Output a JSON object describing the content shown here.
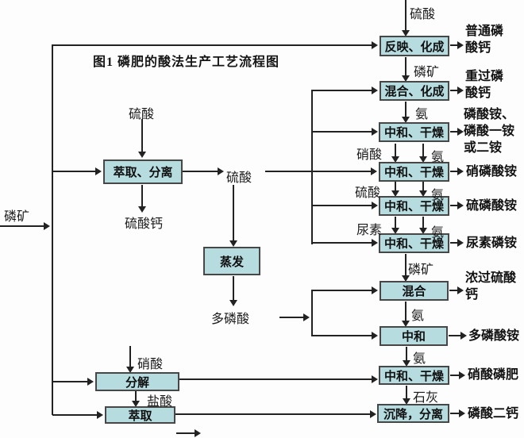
{
  "title": "图1  磷肥的酸法生产工艺流程图",
  "colors": {
    "box_fill": "#b6dce0",
    "box_border": "#474747",
    "line": "#222222",
    "text": "#151515"
  },
  "boxes": {
    "react": "反映、化成",
    "mix_form": "混合、化成",
    "nd1": "中和、干燥",
    "nd2": "中和、干燥",
    "nd3": "中和、干燥",
    "nd4": "中和、干燥",
    "mix": "混合",
    "neutralize": "中和",
    "nd5": "中和、干燥",
    "settle": "沉降，分离",
    "extract_separate": "萃取、分离",
    "evaporate": "蒸发",
    "decompose": "分解",
    "extract": "萃取"
  },
  "stream_labels": {
    "sulfuric_top": "硫酸",
    "phos_rock_mid": "磷矿",
    "ammonia_1": "氨",
    "nitric_1": "硝酸",
    "ammonia_2": "氨",
    "sulfuric_2": "硫酸",
    "ammonia_3": "氨",
    "urea": "尿素",
    "ammonia_4": "氨",
    "phos_rock_2": "磷矿",
    "ammonia_5": "氨",
    "ammonia_6": "氨",
    "lime": "石灰",
    "sulfuric_left": "硫酸",
    "phos_rock_left": "磷矿",
    "calcium_sulfate": "硫酸钙",
    "sulfuric_out": "硫酸",
    "polyphosphoric": "多磷酸",
    "nitric_2": "硝酸",
    "hydrochloric": "盐酸"
  },
  "products": {
    "p1": [
      "普通磷",
      "酸钙"
    ],
    "p2": [
      "重过磷",
      "酸钙"
    ],
    "p3": [
      "磷酸铵、",
      "磷酸一铵",
      "或二铵"
    ],
    "p4": [
      "硝磷酸铵"
    ],
    "p5": [
      "硫磷酸铵"
    ],
    "p6": [
      "尿素磷铵"
    ],
    "p7": [
      "浓过硫酸",
      "钙"
    ],
    "p8": [
      "多磷酸铵"
    ],
    "p9": [
      "硝酸磷肥"
    ],
    "p10": [
      "磷酸二钙"
    ]
  }
}
